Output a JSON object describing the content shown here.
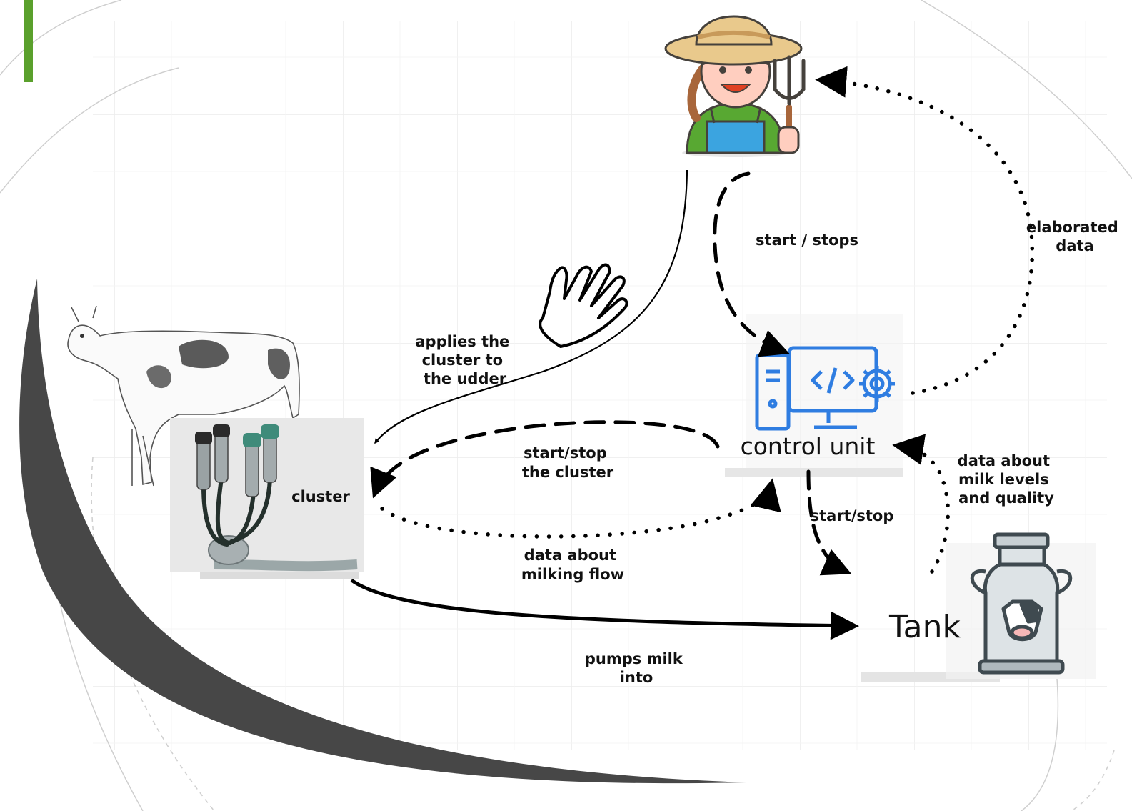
{
  "nodes": {
    "farmer": {
      "icon": "farmer-icon"
    },
    "control_unit": {
      "label": "control unit",
      "icon": "computer-code-gear-icon"
    },
    "cluster": {
      "label": "cluster",
      "icon": "milking-cluster-image"
    },
    "tank": {
      "label": "Tank",
      "icon": "milk-can-icon"
    },
    "cow": {
      "icon": "cow-sketch-image"
    },
    "hand": {
      "icon": "hand-icon"
    }
  },
  "edges": {
    "farmer_to_cluster": {
      "lines": [
        "applies the",
        "cluster to",
        "the udder"
      ]
    },
    "farmer_to_control": {
      "lines": [
        "start / stops"
      ]
    },
    "control_to_farmer": {
      "lines": [
        "elaborated",
        "data"
      ]
    },
    "control_to_cluster": {
      "lines": [
        "start/stop",
        "the cluster"
      ]
    },
    "cluster_to_control": {
      "lines": [
        "data about",
        "milking flow"
      ]
    },
    "control_to_tank": {
      "lines": [
        "start/stop"
      ]
    },
    "tank_to_control": {
      "lines": [
        "data about",
        "milk levels",
        "and quality"
      ]
    },
    "cluster_to_tank": {
      "lines": [
        "pumps milk",
        "into"
      ]
    }
  },
  "colors": {
    "accent_green": "#5aa02c",
    "swoosh": "#474747",
    "control_blue": "#2f7de1",
    "arrow": "#000000"
  }
}
